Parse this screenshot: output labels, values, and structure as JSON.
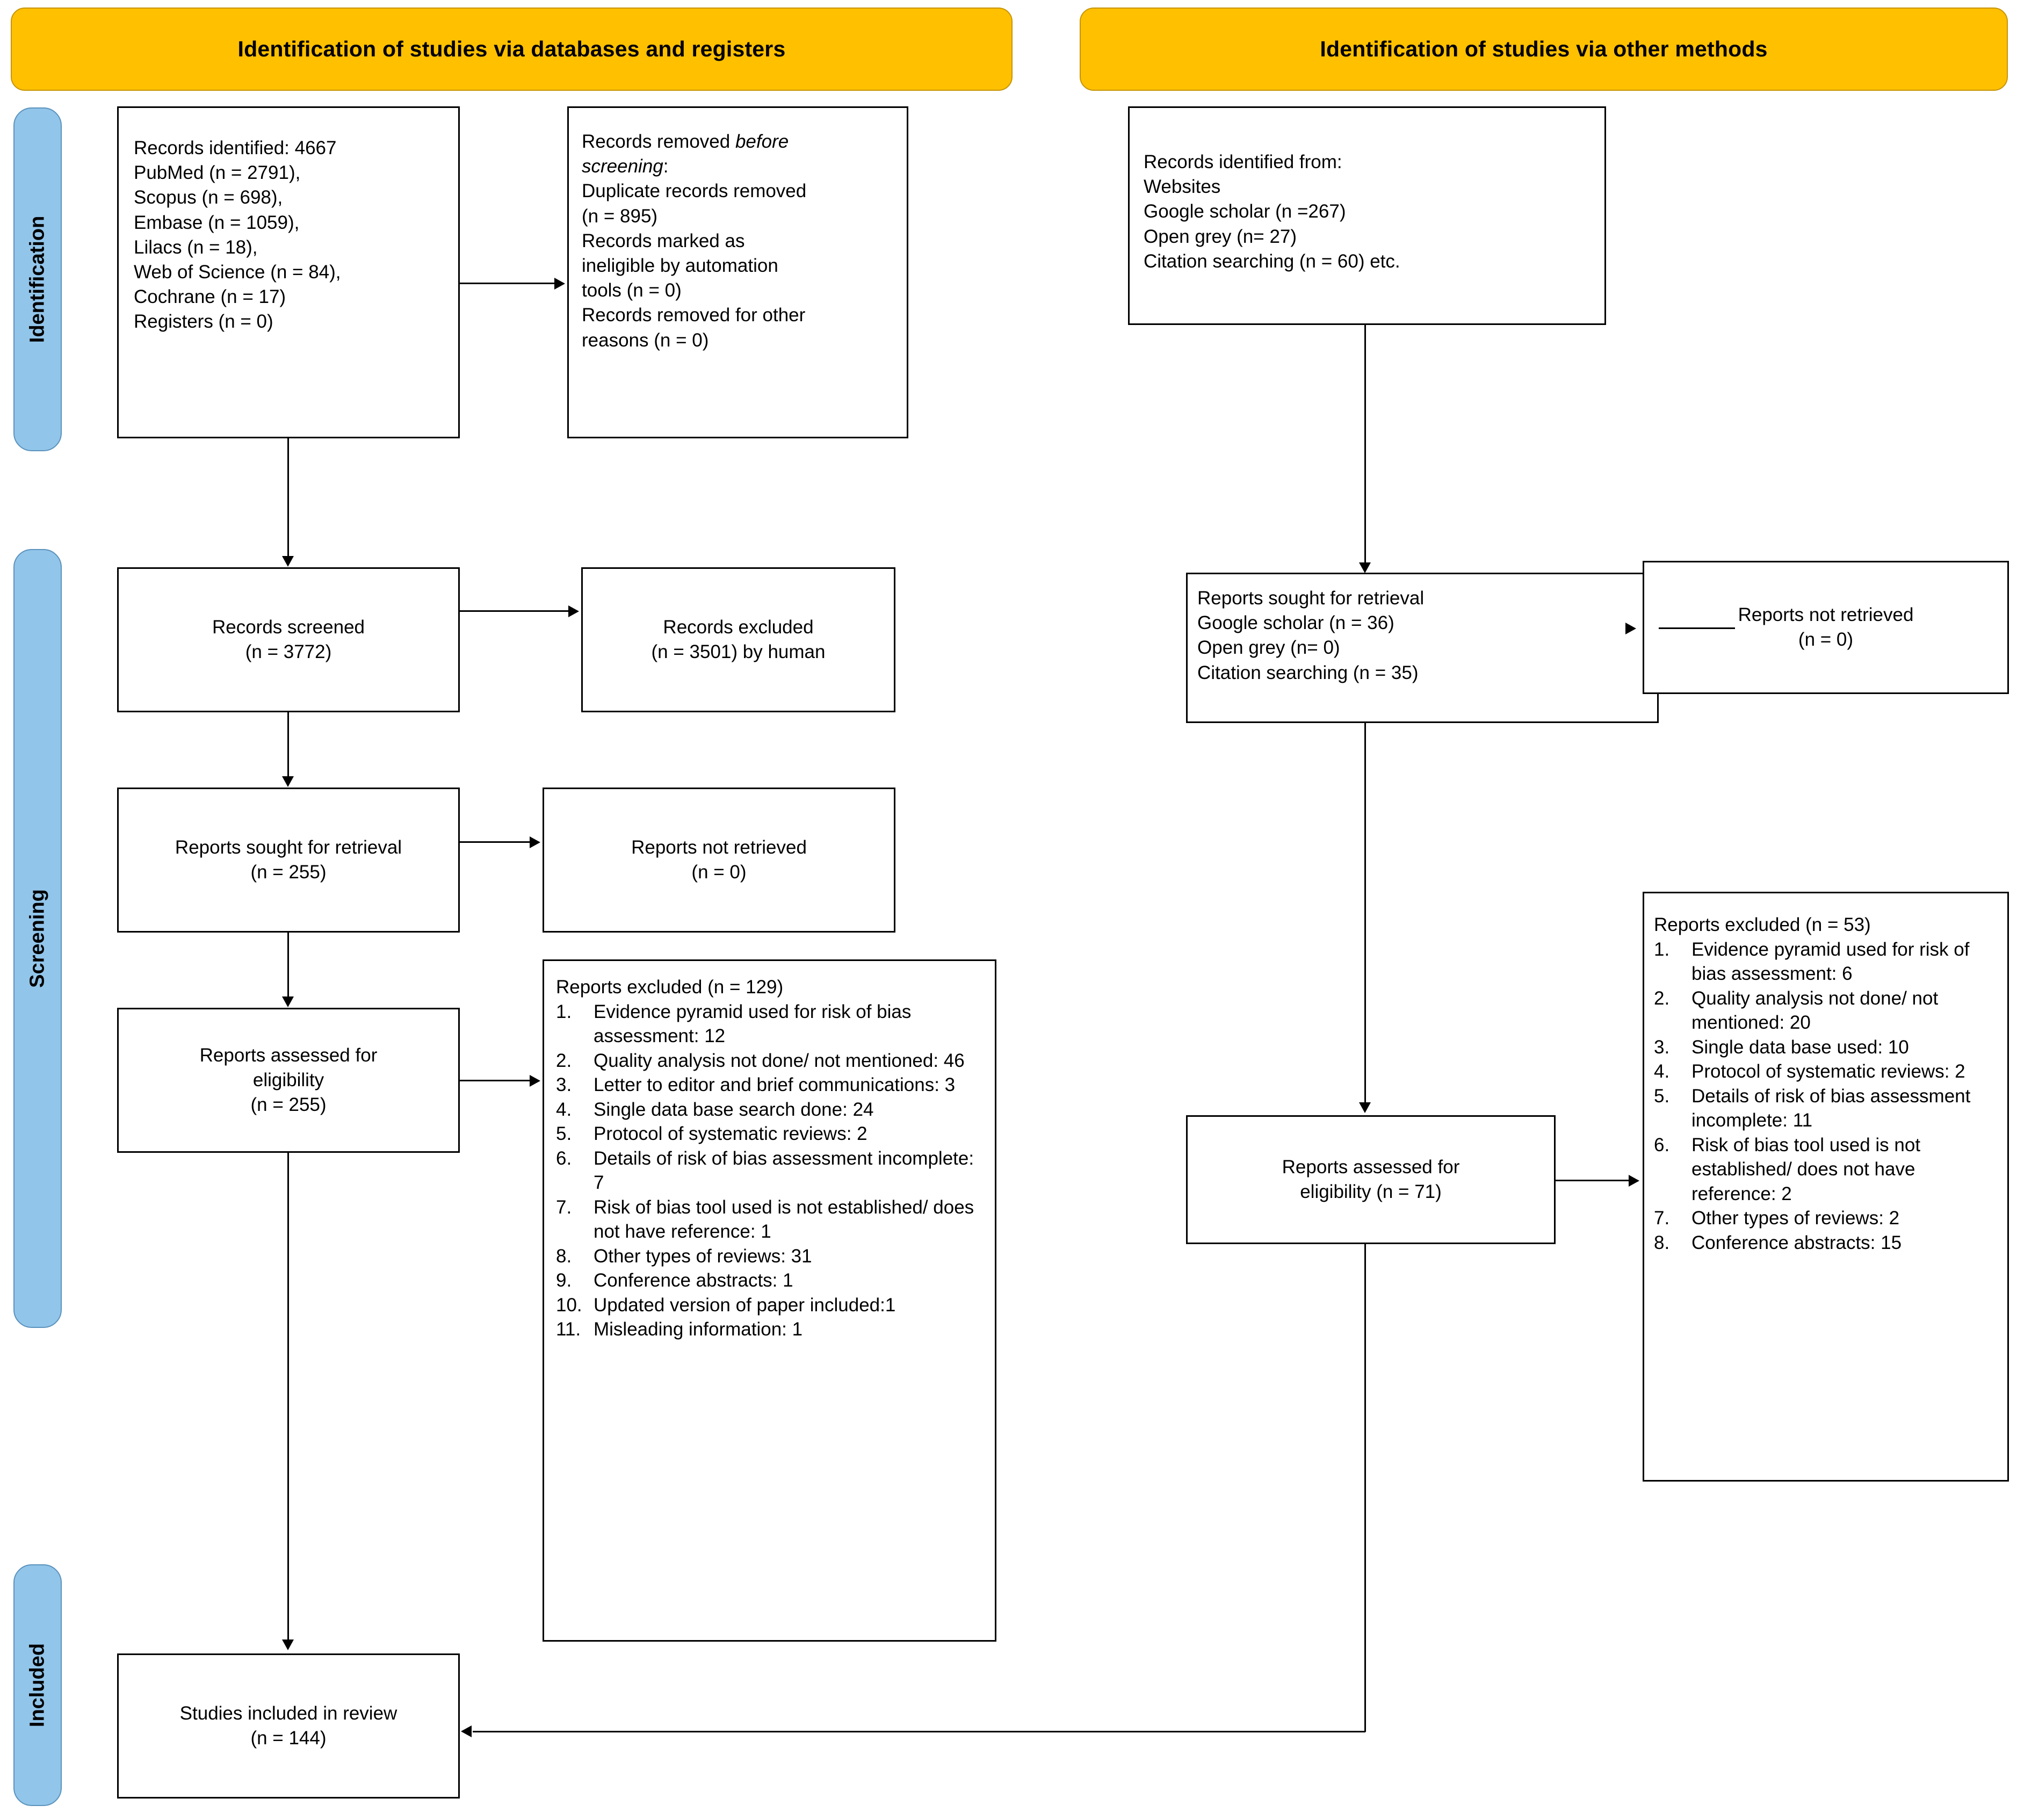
{
  "figure": {
    "type": "prisma-flow-diagram",
    "colors": {
      "banner_fill": "#FFC000",
      "banner_border": "#C79400",
      "stage_fill": "#92C5EA",
      "stage_border": "#5B93BD",
      "box_border": "#000000",
      "background": "#FFFFFF"
    }
  },
  "banners": {
    "left": "Identification of studies via databases and registers",
    "right": "Identification of studies via other methods"
  },
  "stages": {
    "identification": "Identification",
    "screening": "Screening",
    "included": "Included"
  },
  "left_column": {
    "records_identified": {
      "lines": "Records identified: 4667\nPubMed (n = 2791),\nScopus (n = 698),\nEmbase (n = 1059),\nLilacs (n = 18),\nWeb of Science (n = 84),\nCochrane (n = 17)\nRegisters (n = 0)"
    },
    "records_removed": {
      "line1_a": "Records removed ",
      "line1_b": "before",
      "line2_a": "screening",
      "line2_b": ":",
      "rest": "Duplicate records removed\n(n = 895)\nRecords marked as\nineligible by automation\ntools (n = 0)\nRecords removed for other\nreasons (n = 0)"
    },
    "records_screened": "Records screened\n(n = 3772)",
    "records_excluded": "Records excluded\n(n = 3501) by human",
    "reports_sought": "Reports sought for retrieval\n(n = 255)",
    "reports_not_retrieved": "Reports not retrieved\n(n = 0)",
    "reports_assessed": "Reports assessed for\neligibility\n(n = 255)",
    "reports_excluded": {
      "header": "Reports excluded (n = 129)",
      "items": [
        {
          "num": "1.",
          "text": "Evidence pyramid used for risk of bias assessment: 12"
        },
        {
          "num": "2.",
          "text": "Quality analysis not done/ not mentioned: 46"
        },
        {
          "num": "3.",
          "text": "Letter to editor and brief communications: 3"
        },
        {
          "num": "4.",
          "text": "Single data base search done: 24"
        },
        {
          "num": "5.",
          "text": "Protocol of systematic reviews: 2"
        },
        {
          "num": "6.",
          "text": "Details of risk of bias assessment incomplete: 7"
        },
        {
          "num": "7.",
          "text": "Risk of bias tool used is not established/ does not have reference: 1"
        },
        {
          "num": "8.",
          "text": "Other types of reviews: 31"
        },
        {
          "num": "9.",
          "text": "Conference abstracts: 1"
        },
        {
          "num": "10.",
          "text": "Updated version of paper included:1"
        },
        {
          "num": "11.",
          "text": "Misleading information: 1"
        }
      ]
    },
    "studies_included": "Studies included in review\n(n = 144)"
  },
  "right_column": {
    "records_identified_from": "Records identified from:\nWebsites\nGoogle scholar (n =267)\nOpen grey (n= 27)\nCitation searching (n = 60) etc.",
    "reports_sought": "Reports sought for retrieval\nGoogle scholar (n = 36)\nOpen grey (n= 0)\nCitation searching (n = 35)",
    "reports_not_retrieved": "Reports not retrieved\n(n = 0)",
    "reports_assessed": "Reports assessed for\neligibility (n = 71)",
    "reports_excluded": {
      "header": "Reports excluded (n = 53)",
      "items": [
        {
          "num": "1.",
          "text": "Evidence pyramid used for risk of bias assessment: 6"
        },
        {
          "num": "2.",
          "text": "Quality analysis not done/ not mentioned: 20"
        },
        {
          "num": "3.",
          "text": "Single data base used: 10"
        },
        {
          "num": "4.",
          "text": "Protocol of systematic reviews: 2"
        },
        {
          "num": "5.",
          "text": "Details of risk of bias assessment incomplete: 11"
        },
        {
          "num": "6.",
          "text": "Risk of bias tool used is not established/ does not have reference: 2"
        },
        {
          "num": "7.",
          "text": "Other types of reviews: 2"
        },
        {
          "num": "8.",
          "text": "Conference abstracts: 15"
        }
      ]
    }
  }
}
